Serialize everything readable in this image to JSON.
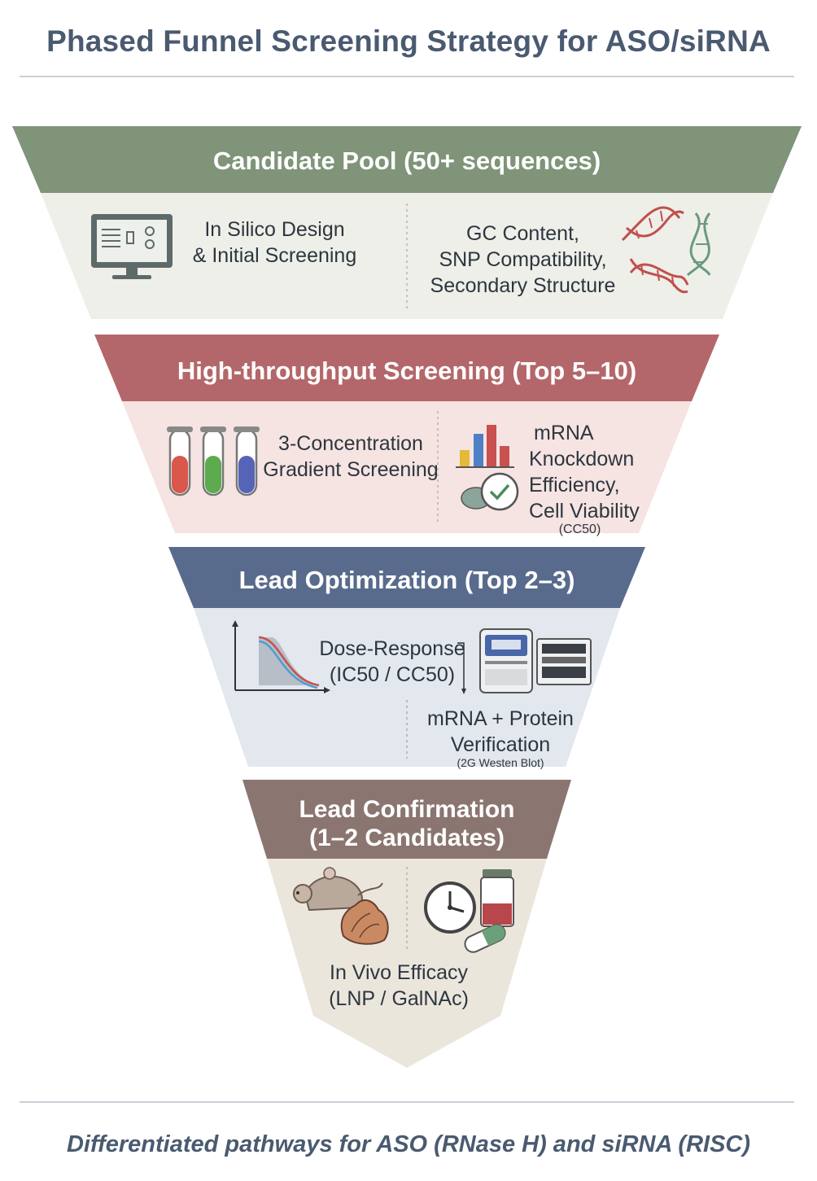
{
  "title": "Phased Funnel Screening Strategy for ASO/siRNA",
  "footer": "Differentiated pathways for ASO (RNase H) and siRNA (RISC)",
  "stages": [
    {
      "header": "Candidate Pool (50+ sequences)",
      "left_line1": "In Silico Design",
      "left_line2": "& Initial Screening",
      "right_line1": "GC Content,",
      "right_line2": "SNP Compatibility,",
      "right_line3": "Secondary Structure",
      "color_header": "#7f9478",
      "color_body": "#eeefe8"
    },
    {
      "header": "High-throughput Screening (Top 5–10)",
      "left_line1": "3-Concentration",
      "left_line2": "Gradient Screening",
      "right_line1": "mRNA",
      "right_line2": "Knockdown",
      "right_line3": "Efficiency,",
      "right_line4": "Cell Viability",
      "right_note": "(CC50)",
      "color_header": "#b4676a",
      "color_body": "#f6e4e2"
    },
    {
      "header": "Lead Optimization (Top 2–3)",
      "left_line1": "Dose-Response",
      "left_line2": "(IC50 / CC50)",
      "right_line1": "mRNA + Protein",
      "right_line2": "Verification",
      "right_note": "(2G Westen Blot)",
      "color_header": "#586b8c",
      "color_body": "#e3e7ee"
    },
    {
      "header_line1": "Lead Confirmation",
      "header_line2": "(1–2 Candidates)",
      "body_line1": "In Vivo Efficacy",
      "body_line2": "(LNP / GalNAc)",
      "color_header": "#8b7570",
      "color_body": "#ebe6dc"
    }
  ]
}
